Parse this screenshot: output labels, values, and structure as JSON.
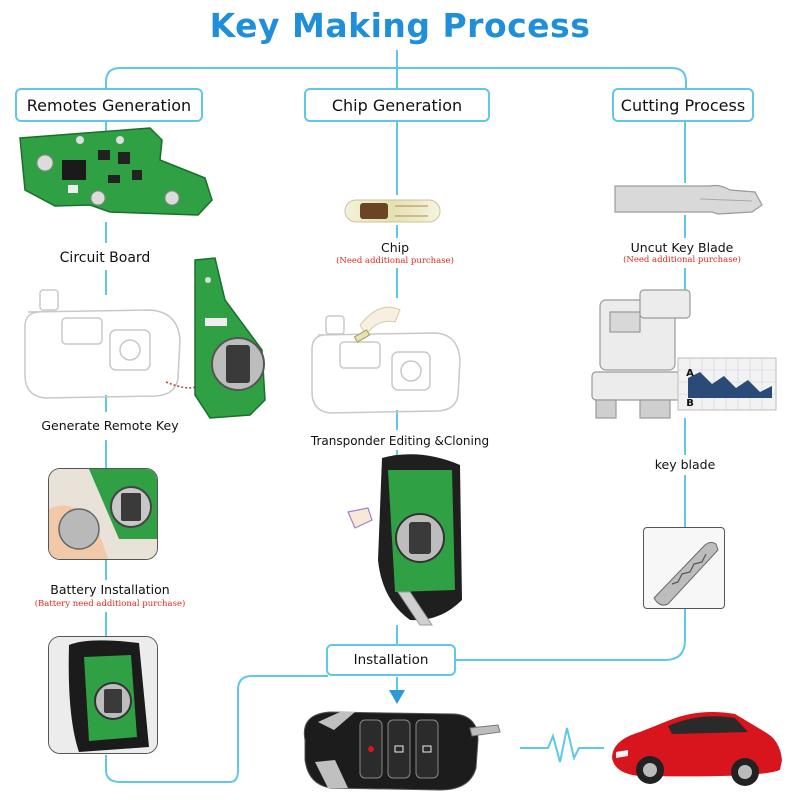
{
  "title": "Key Making Process",
  "columns": {
    "remotes": {
      "header": "Remotes Generation",
      "circuit_board": "Circuit Board",
      "generate_remote": "Generate Remote Key",
      "battery": "Battery Installation",
      "battery_note": "(Battery need additional purchase)"
    },
    "chip": {
      "header": "Chip Generation",
      "chip": "Chip",
      "chip_note": "(Need additional purchase)",
      "transponder": "Transponder Editing &Cloning"
    },
    "cutting": {
      "header": "Cutting Process",
      "uncut_blade": "Uncut Key  Blade",
      "blade_note": "(Need additional purchase)",
      "key_blade": "key blade",
      "graph_a": "A",
      "graph_b": "B"
    }
  },
  "installation": "Installation",
  "colors": {
    "title": "#1e8fd8",
    "connector": "#5fc8e4",
    "note": "#e0281e",
    "pcb": "#2fa043",
    "car": "#d8141c"
  }
}
